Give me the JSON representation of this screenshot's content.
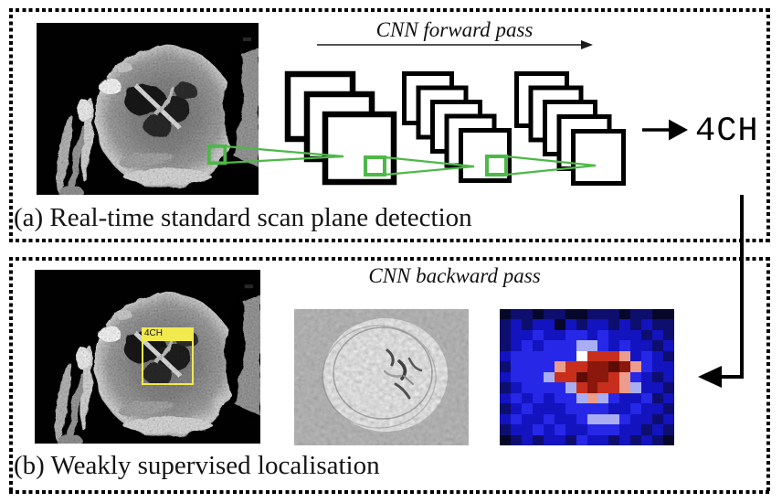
{
  "figure": {
    "panel_a": {
      "caption": "(a) Real-time standard scan plane detection",
      "flow_label": "CNN forward pass",
      "output_label": "4CH"
    },
    "panel_b": {
      "caption": "(b) Weakly supervised localisation",
      "flow_label": "CNN backward pass",
      "bbox_label": "4CH"
    },
    "colors": {
      "annotation_green": "#4db848",
      "bbox_yellow": "#f2e94e",
      "line_ink": "#000000"
    },
    "heatmap": {
      "palette": {
        "K": "#07072b",
        "N": "#0e0e6e",
        "B": "#1313c0",
        "b": "#2727e8",
        "L": "#a9aef2",
        "W": "#ffffff",
        "P": "#eb9c8c",
        "R": "#c72f1c",
        "D": "#8c170d",
        "M": "#5d0d06"
      },
      "rows": [
        "KNNKNNKKNNNKNNKK",
        "NBNBBKBNBBNBNBNN",
        "NBBbBBbbBbBBBNBN",
        "NBbBbbbLLbBbBBNB",
        "BbbbbbbWRRRPBbBN",
        "NbbbbPRRDDMDPbBB",
        "BbbbLRRMDDRPbBNB",
        "NBbbbbLRDRRPLBBN",
        "BbBbBbbLPLbBBbNB",
        "NBbBBBbbbbBBbBBN",
        "BbBBbBBbLLLbBBNB",
        "NBBbBbBBbbbBBNBN",
        "KNBNBBNbBBNBNBNK"
      ]
    }
  }
}
